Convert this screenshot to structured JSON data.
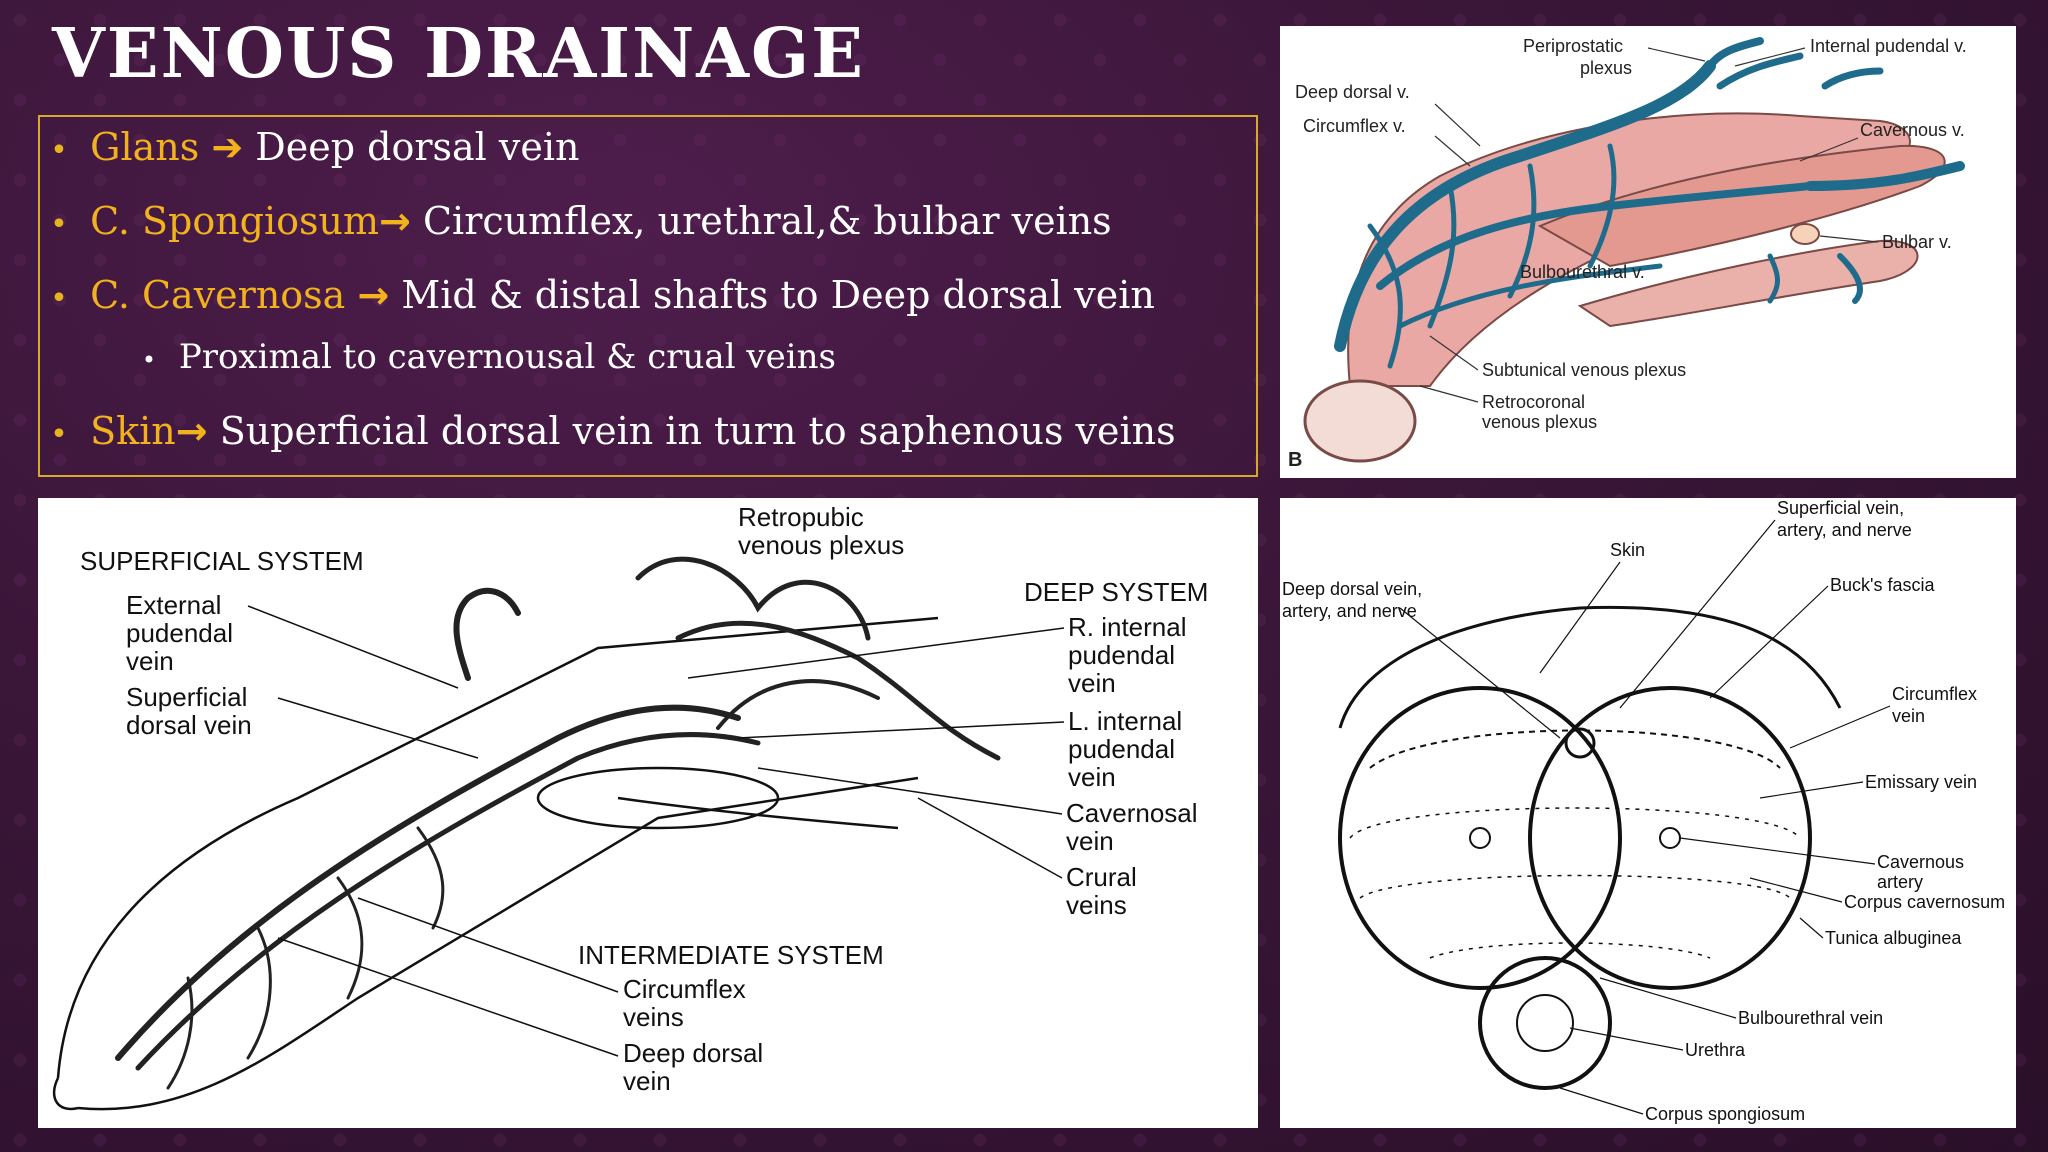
{
  "title": "VENOUS DRAINAGE",
  "bullets": [
    {
      "key": "Glans",
      "arrow": "➔",
      "text": " Deep dorsal vein"
    },
    {
      "key": "C. Spongiosum",
      "arrow": "→",
      "text": " Circumflex, urethral,& bulbar veins"
    },
    {
      "key": "C. Cavernosa ",
      "arrow": "→",
      "text": "  Mid & distal shafts to Deep dorsal vein"
    },
    {
      "key": "Skin",
      "arrow": "→",
      "text": " Superficial dorsal vein in turn to saphenous veins"
    }
  ],
  "subbullet": "Proximal to cavernousal & crual veins",
  "bullet_glyph": "•",
  "colors": {
    "accent": "#f2b21e",
    "vein": "#1f6b8c",
    "tissue": "#e9a8a3"
  },
  "fig_b": {
    "letter": "B",
    "labels": {
      "periprostatic": "Periprostatic",
      "plexus": "plexus",
      "internal_pudendal": "Internal pudendal v.",
      "deep_dorsal": "Deep dorsal v.",
      "circumflex": "Circumflex v.",
      "cavernous": "Cavernous v.",
      "bulbar": "Bulbar v.",
      "bulbourethral": "Bulbourethral v.",
      "subtunical": "Subtunical venous plexus",
      "retrocoronal1": "Retrocoronal",
      "retrocoronal2": "venous plexus"
    }
  },
  "fig_systems": {
    "retropubic1": "Retropubic",
    "retropubic2": "venous plexus",
    "superficial_system": "SUPERFICIAL SYSTEM",
    "external1": "External",
    "external2": "pudendal",
    "external3": "vein",
    "superficial1": "Superficial",
    "superficial2": "dorsal vein",
    "deep_system": "DEEP SYSTEM",
    "rint1": "R. internal",
    "rint2": "pudendal",
    "rint3": "vein",
    "lint1": "L. internal",
    "lint2": "pudendal",
    "lint3": "vein",
    "cav1": "Cavernosal",
    "cav2": "vein",
    "crural1": "Crural",
    "crural2": "veins",
    "intermediate": "INTERMEDIATE SYSTEM",
    "circ1": "Circumflex",
    "circ2": "veins",
    "dd1": "Deep dorsal",
    "dd2": "vein"
  },
  "fig_cross": {
    "sup1": "Superficial vein,",
    "sup2": "artery, and nerve",
    "skin": "Skin",
    "deep1": "Deep dorsal vein,",
    "deep2": "artery, and nerve",
    "bucks": "Buck's fascia",
    "circ1": "Circumflex",
    "circ2": "vein",
    "emissary": "Emissary vein",
    "cavart1": "Cavernous",
    "cavart2": "artery",
    "corpus_cav": "Corpus cavernosum",
    "tunica": "Tunica albuginea",
    "bulbourethral": "Bulbourethral vein",
    "urethra": "Urethra",
    "corpus_spong": "Corpus spongiosum"
  }
}
